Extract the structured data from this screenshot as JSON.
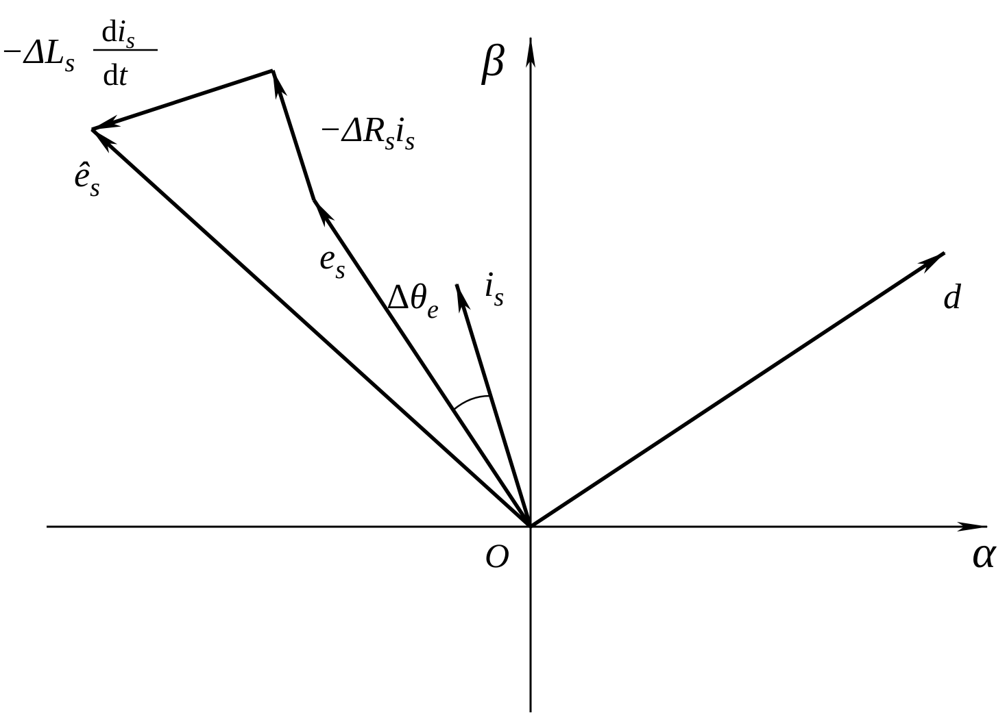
{
  "labels": {
    "alpha": "α",
    "beta": "β",
    "origin": "O",
    "d_axis": "d",
    "e_s": {
      "base": "e",
      "sub": "s"
    },
    "e_hat_s": {
      "base": "ê",
      "sub": "s"
    },
    "i_s": {
      "base": "i",
      "sub": "s"
    },
    "delta_theta_e": {
      "delta": "Δ",
      "base": "θ",
      "sub": "e"
    },
    "neg_delta_R_s_i_s": {
      "prefix": "−ΔR",
      "sub1": "s",
      "mid": "i",
      "sub2": "s"
    },
    "neg_delta_L_s_di_dt": {
      "prefix": "−ΔL",
      "sub": "s",
      "num_d": "d",
      "num_i": "i",
      "num_sub": "s",
      "den_d": "d",
      "den_t": "t"
    }
  },
  "colors": {
    "stroke": "#000000",
    "background": "#ffffff"
  }
}
